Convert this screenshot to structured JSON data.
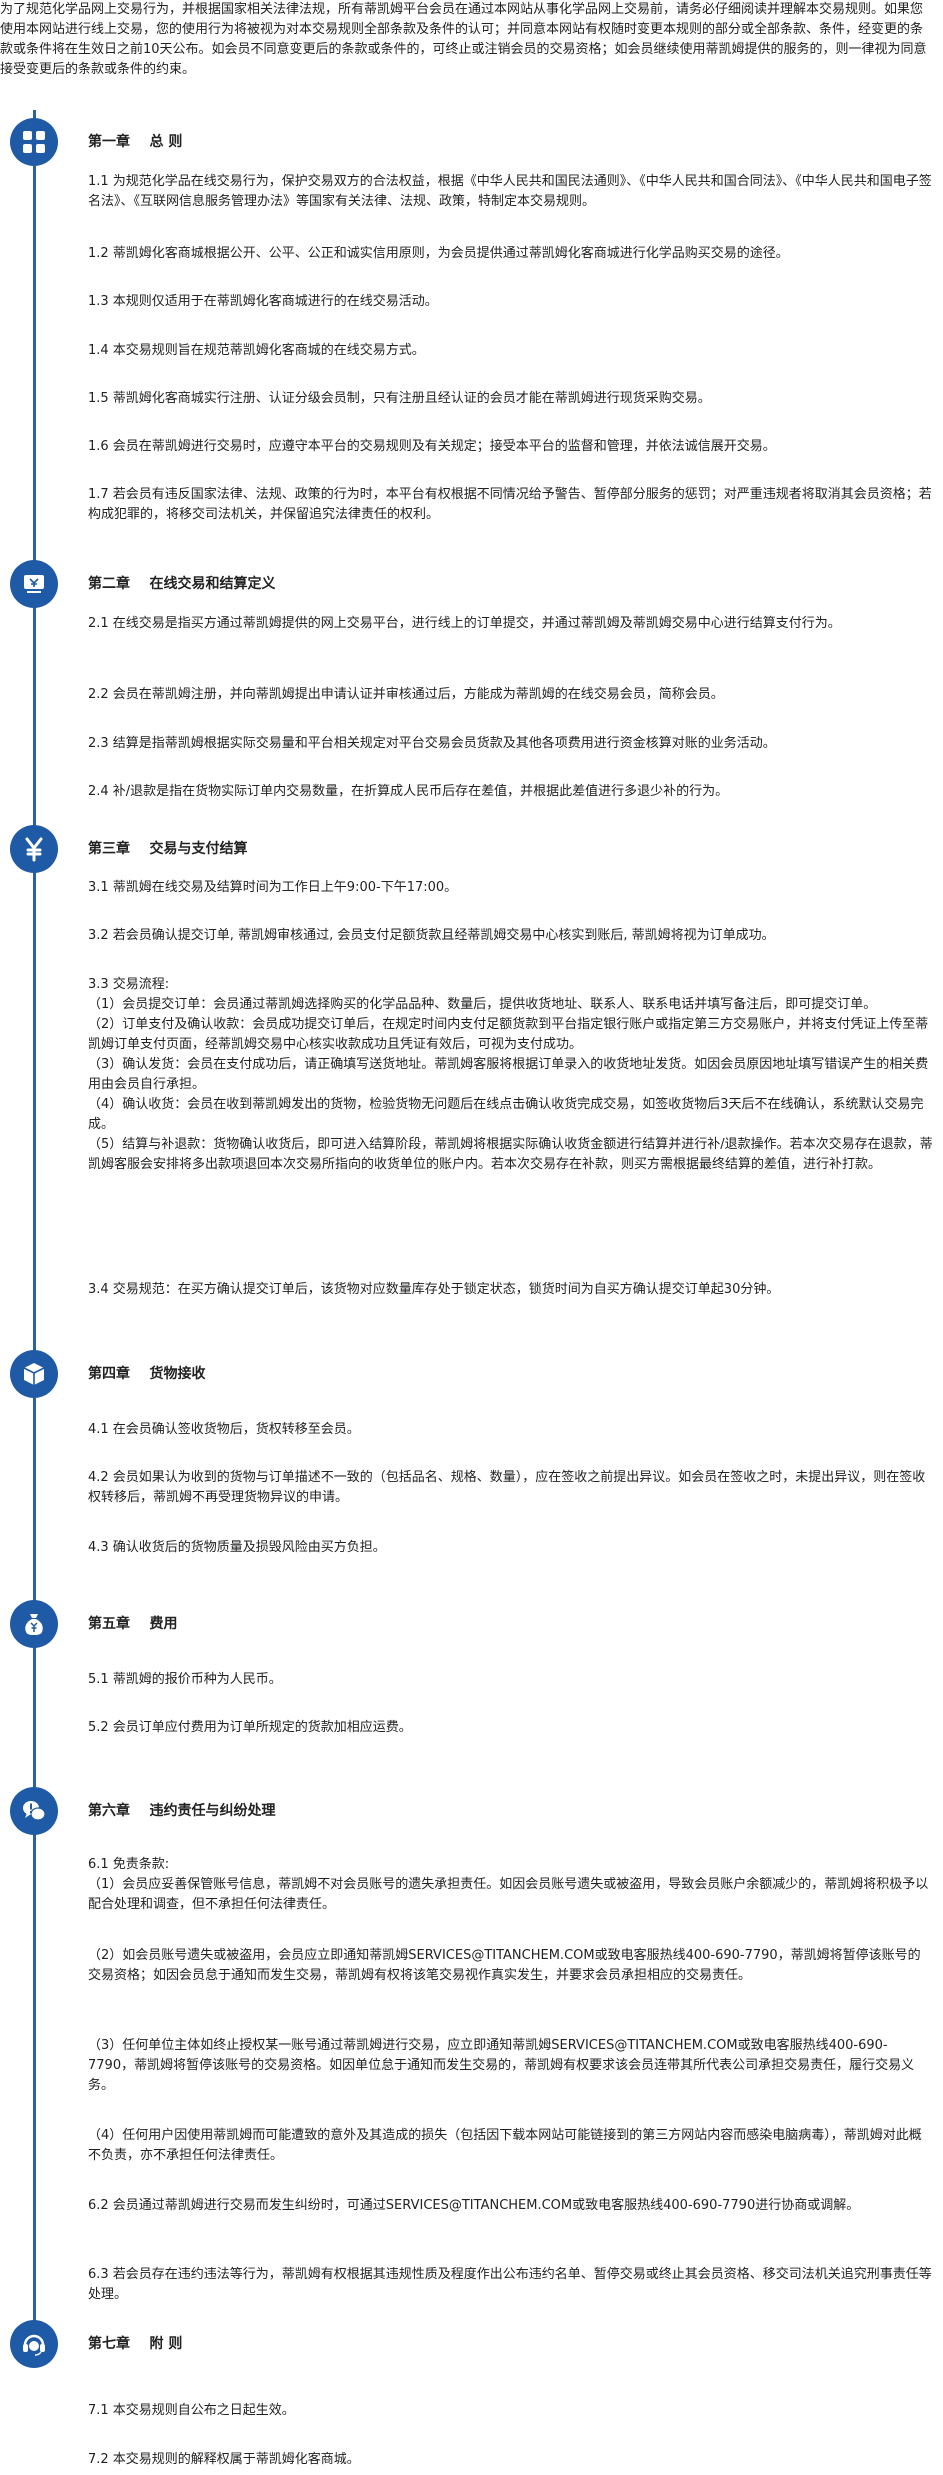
{
  "intro": "为了规范化学品网上交易行为，并根据国家相关法律法规，所有蒂凯姆平台会员在通过本网站从事化学品网上交易前，请务必仔细阅读并理解本交易规则。如果您使用本网站进行线上交易，您的使用行为将被视为对本交易规则全部条款及条件的认可；并同意本网站有权随时变更本规则的部分或全部条款、条件，经变更的条款或条件将在生效日之前10天公布。如会员不同意变更后的条款或条件的，可终止或注销会员的交易资格；如会员继续使用蒂凯姆提供的服务的，则一律视为同意接受变更后的条款或条件的约束。",
  "chapters": [
    {
      "title": "第一章    总 则",
      "icon": "grid-icon",
      "paras": [
        "1.1  为规范化学品在线交易行为，保护交易双方的合法权益，根据《中华人民共和国民法通则》、《中华人民共和国合同法》、《中华人民共和国电子签名法》、《互联网信息服务管理办法》等国家有关法律、法规、政策，特制定本交易规则。",
        "1.2  蒂凯姆化客商城根据公开、公平、公正和诚实信用原则，为会员提供通过蒂凯姆化客商城进行化学品购买交易的途径。",
        "1.3  本规则仅适用于在蒂凯姆化客商城进行的在线交易活动。",
        "1.4  本交易规则旨在规范蒂凯姆化客商城的在线交易方式。",
        "1.5  蒂凯姆化客商城实行注册、认证分级会员制，只有注册且经认证的会员才能在蒂凯姆进行现货采购交易。",
        "1.6  会员在蒂凯姆进行交易时，应遵守本平台的交易规则及有关规定；接受本平台的监督和管理，并依法诚信展开交易。",
        "1.7  若会员有违反国家法律、法规、政策的行为时，本平台有权根据不同情况给予警告、暂停部分服务的惩罚；对严重违规者将取消其会员资格；若构成犯罪的，将移交司法机关，并保留追究法律责任的权利。"
      ]
    },
    {
      "title": "第二章    在线交易和结算定义",
      "icon": "account-icon",
      "paras": [
        "2.1  在线交易是指买方通过蒂凯姆提供的网上交易平台，进行线上的订单提交，并通过蒂凯姆及蒂凯姆交易中心进行结算支付行为。",
        "2.2  会员在蒂凯姆注册，并向蒂凯姆提出申请认证并审核通过后，方能成为蒂凯姆的在线交易会员，简称会员。",
        "2.3  结算是指蒂凯姆根据实际交易量和平台相关规定对平台交易会员货款及其他各项费用进行资金核算对账的业务活动。",
        "2.4  补/退款是指在货物实际订单内交易数量，在折算成人民币后存在差值，并根据此差值进行多退少补的行为。"
      ]
    },
    {
      "title": "第三章    交易与支付结算",
      "icon": "yuan-icon",
      "paras": [
        "3.1  蒂凯姆在线交易及结算时间为工作日上午9:00-下午17:00。",
        "3.2  若会员确认提交订单, 蒂凯姆审核通过, 会员支付足额货款且经蒂凯姆交易中心核实到账后, 蒂凯姆将视为订单成功。",
        "3.3  交易流程:\n     （1）会员提交订单：会员通过蒂凯姆选择购买的化学品品种、数量后，提供收货地址、联系人、联系电话并填写备注后，即可提交订单。\n     （2）订单支付及确认收款：会员成功提交订单后，在规定时间内支付足额货款到平台指定银行账户或指定第三方交易账户，并将支付凭证上传至蒂凯姆订单支付页面，经蒂凯姆交易中心核实收款成功且凭证有效后，可视为支付成功。\n     （3）确认发货：会员在支付成功后，请正确填写送货地址。蒂凯姆客服将根据订单录入的收货地址发货。如因会员原因地址填写错误产生的相关费用由会员自行承担。\n     （4）确认收货：会员在收到蒂凯姆发出的货物，检验货物无问题后在线点击确认收货完成交易，如签收货物后3天后不在线确认，系统默认交易完成。\n     （5）结算与补退款：货物确认收货后，即可进入结算阶段，蒂凯姆将根据实际确认收货金额进行结算并进行补/退款操作。若本次交易存在退款，蒂凯姆客服会安排将多出款项退回本次交易所指向的收货单位的账户内。若本次交易存在补款，则买方需根据最终结算的差值，进行补打款。",
        "3.4  交易规范：在买方确认提交订单后，该货物对应数量库存处于锁定状态，锁货时间为自买方确认提交订单起30分钟。"
      ]
    },
    {
      "title": "第四章    货物接收",
      "icon": "box-icon",
      "paras": [
        "4.1  在会员确认签收货物后，货权转移至会员。",
        "4.2  会员如果认为收到的货物与订单描述不一致的（包括品名、规格、数量），应在签收之前提出异议。如会员在签收之时，未提出异议，则在签收权转移后，蒂凯姆不再受理货物异议的申请。",
        "4.3  确认收货后的货物质量及损毁风险由买方负担。"
      ]
    },
    {
      "title": "第五章    费用",
      "icon": "money-bag-icon",
      "paras": [
        "5.1  蒂凯姆的报价币种为人民币。",
        "5.2  会员订单应付费用为订单所规定的货款加相应运费。"
      ]
    },
    {
      "title": "第六章    违约责任与纠纷处理",
      "icon": "dispute-icon",
      "paras": [
        "6.1  免责条款:\n        （1）会员应妥善保管账号信息，蒂凯姆不对会员账号的遗失承担责任。如因会员账号遗失或被盗用，导致会员账户余额减少的，蒂凯姆将积极予以配合处理和调查，但不承担任何法律责任。",
        "     （2）如会员账号遗失或被盗用，会员应立即通知蒂凯姆SERVICES@TITANCHEM.COM或致电客服热线400-690-7790，蒂凯姆将暂停该账号的交易资格；如因会员怠于通知而发生交易，蒂凯姆有权将该笔交易视作真实发生，并要求会员承担相应的交易责任。",
        "     （3）任何单位主体如终止授权某一账号通过蒂凯姆进行交易，应立即通知蒂凯姆SERVICES@TITANCHEM.COM或致电客服热线400-690-7790，蒂凯姆将暂停该账号的交易资格。如因单位怠于通知而发生交易的，蒂凯姆有权要求该会员连带其所代表公司承担交易责任，履行交易义务。",
        "     （4）任何用户因使用蒂凯姆而可能遭致的意外及其造成的损失（包括因下载本网站可能链接到的第三方网站内容而感染电脑病毒），蒂凯姆对此概不负责，亦不承担任何法律责任。",
        "6.2  会员通过蒂凯姆进行交易而发生纠纷时，可通过SERVICES@TITANCHEM.COM或致电客服热线400-690-7790进行协商或调解。",
        "6.3  若会员存在违约违法等行为，蒂凯姆有权根据其违规性质及程度作出公布违约名单、暂停交易或终止其会员资格、移交司法机关追究刑事责任等处理。"
      ]
    },
    {
      "title": "第七章    附 则",
      "icon": "support-icon",
      "paras": [
        "7.1  本交易规则自公布之日起生效。",
        "7.2  本交易规则的解释权属于蒂凯姆化客商城。"
      ]
    }
  ]
}
